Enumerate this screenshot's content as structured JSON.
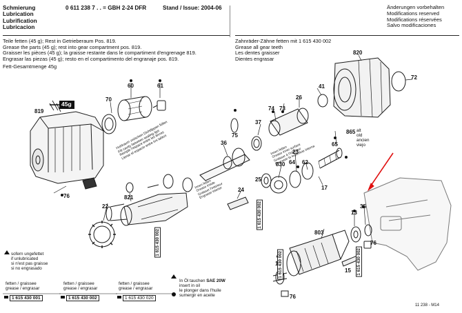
{
  "header": {
    "left_titles": [
      "Schmierung",
      "Lubrication",
      "Lubrification",
      "Lubricacion"
    ],
    "model": "0 611 238 7 . . = GBH 2-24 DFR",
    "stand": "Stand / Issue:  2004-06",
    "right_notes": [
      "Änderungen vorbehalten",
      "Modifications reserved",
      "Modifications réservées",
      "Salvo modificaciones"
    ]
  },
  "left_block": {
    "lines": [
      "Teile fetten (45 g); Rest in Getrieberaum Pos. 819.",
      "Grease the parts (45 g); rest into gear compartment pos. 819.",
      "Graisser les pièces (45 g); la graisse restante dans le compartiment d'engrenage 819.",
      "Engrasar las piezas (45 g); resto en el compartimento del engranaje pos. 819."
    ],
    "fett_label": "Fett-Gesamtmenge 45g",
    "grease_tag": "45g"
  },
  "right_block": {
    "lines": [
      "Zahnräder-Zähne fetten mit  1 615 430 002",
      "Grease all gear teeth",
      "Les dentes graisser",
      "Dientes engrasar"
    ]
  },
  "part_numbers": [
    "60",
    "61",
    "70",
    "819",
    "76",
    "22",
    "821",
    "36",
    "37",
    "73",
    "74",
    "75",
    "26",
    "41",
    "820",
    "72",
    "65",
    "865",
    "23",
    "830",
    "64",
    "62",
    "17",
    "24",
    "25",
    "35",
    "13",
    "803",
    "14",
    "15",
    "76",
    "76"
  ],
  "alt_label": [
    "alt",
    "old",
    "ancien",
    "viejo"
  ],
  "hint_felt": [
    "Hohlraum zwischen Dichtlippen füllen",
    "Fill cavity between sealing lips",
    "Remplir l'espace entre les lèvres",
    "Llenar el espacio entre los labios"
  ],
  "hint_sleeve": [
    "Innen fetten",
    "Grease inside",
    "Graisser l'intérieur",
    "Engrasar interior"
  ],
  "hint_inner": [
    "Innen fetten",
    "Grease inner surface",
    "Graisser à l'intérieur",
    "Engrasar la superficie interna"
  ],
  "tube_labels": [
    "1 615 430 002",
    "1 615 430 002",
    "1 615 430 002",
    "1 615 430 002"
  ],
  "legend": {
    "unlubricated": [
      "sofern ungefettet",
      "if unlubricated",
      "si n'est pas graisse",
      "si no engrasado"
    ],
    "boxes": [
      {
        "text": "fetten / graissee\ngrease / engrasar",
        "part": "1 615 430 001"
      },
      {
        "text": "fetten / graissee\ngrease / engrasar",
        "part": "1 615 430 002"
      },
      {
        "text": "fetten / graissee\ngrease / engrasar",
        "part": "1 615 430 020"
      }
    ],
    "oil": [
      "In Öl tauchen  SAE 20W",
      "insert in oil",
      "le plonger dans l'huile",
      "sumergir en aceite"
    ],
    "oil_bold": "SAE 20W"
  },
  "footer_code": "11 238 - M14",
  "colors": {
    "arrow": "#e01010",
    "ink": "#111111"
  }
}
